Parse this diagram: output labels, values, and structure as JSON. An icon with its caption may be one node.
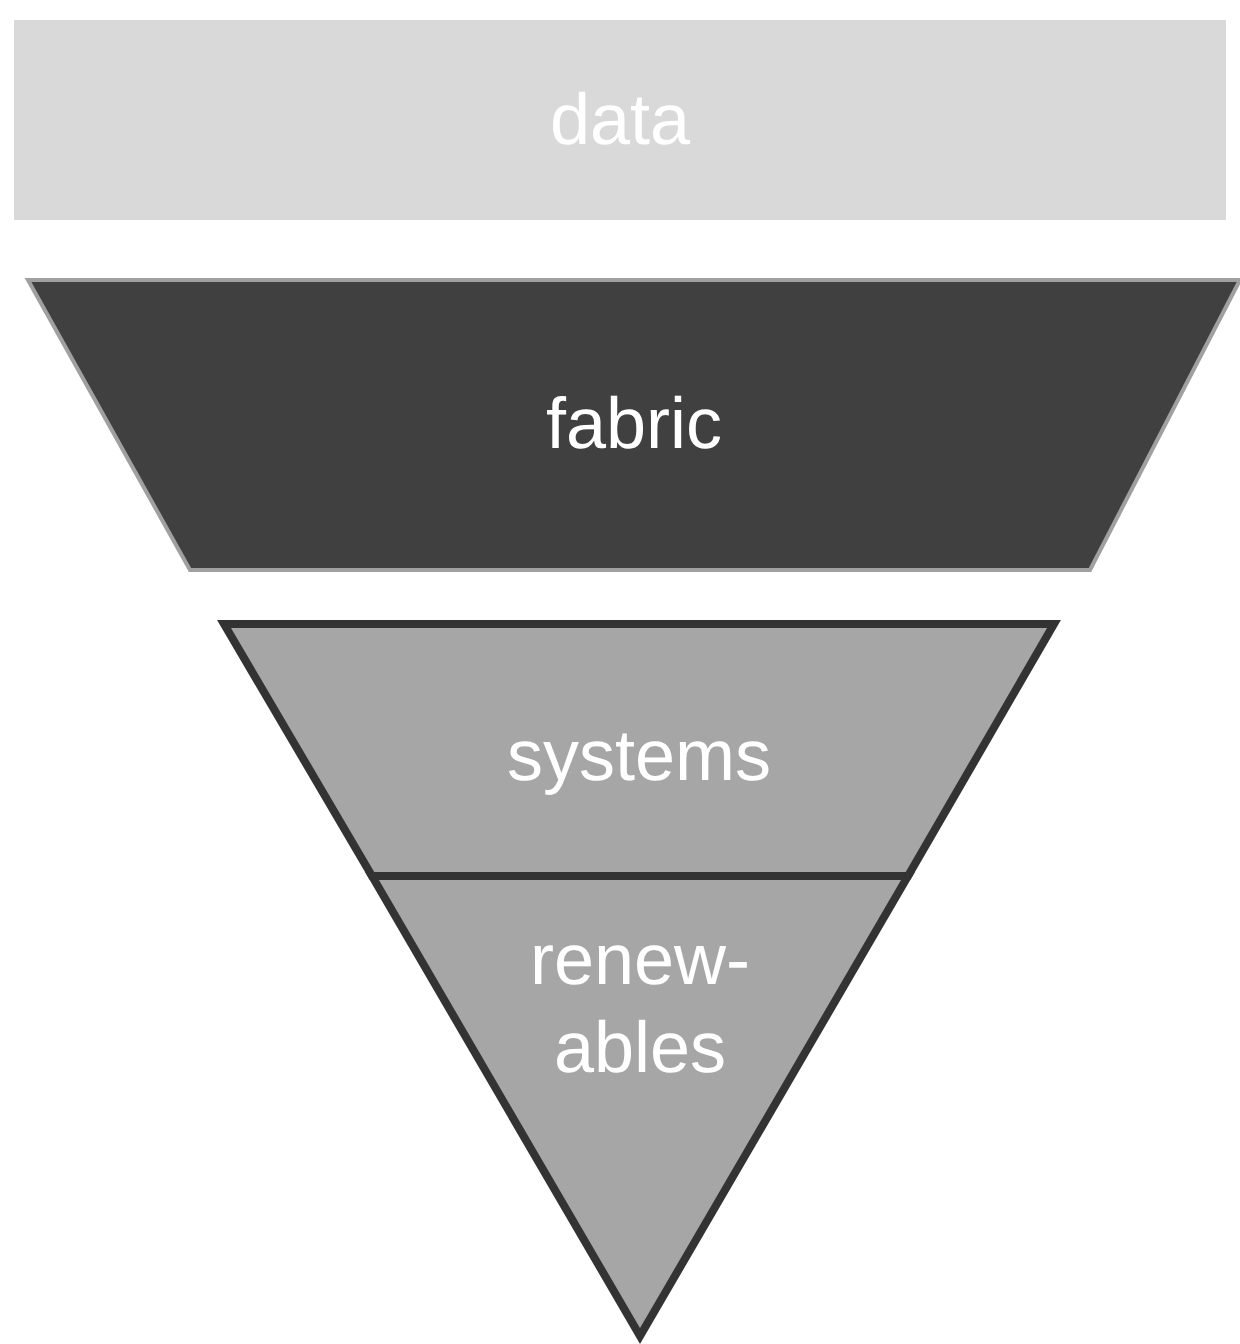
{
  "diagram": {
    "nodes": [
      {
        "text": [
          "data"
        ]
      },
      {
        "text": [
          "fabric"
        ]
      },
      {
        "text": [
          "systems"
        ]
      },
      {
        "text": [
          "renew- ables"
        ]
      }
    ]
  }
}
